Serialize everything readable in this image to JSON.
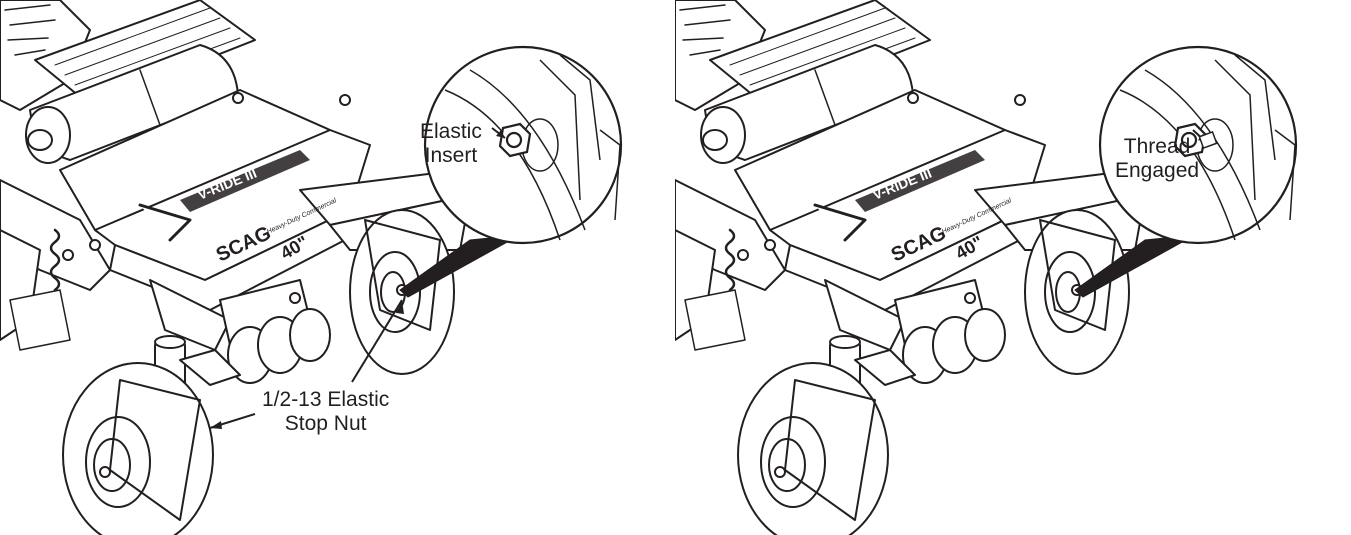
{
  "figure": {
    "left_panel": {
      "callout_insert": {
        "line1": "Elastic",
        "line2": "Insert"
      },
      "callout_nut": {
        "line1": "1/2-13 Elastic",
        "line2": "Stop Nut"
      },
      "deck_brand": "SCAG",
      "deck_tag": "Heavy-Duty Commercial",
      "deck_model": "V-RIDE III",
      "deck_size": "40\""
    },
    "right_panel": {
      "callout_thread": {
        "line1": "Thread",
        "line2": "Engaged"
      },
      "deck_brand": "SCAG",
      "deck_tag": "Heavy-Duty Commercial",
      "deck_model": "V-RIDE III",
      "deck_size": "40\""
    },
    "colors": {
      "line": "#231f20",
      "fill": "#ffffff",
      "leader_fill": "#231f20"
    }
  }
}
